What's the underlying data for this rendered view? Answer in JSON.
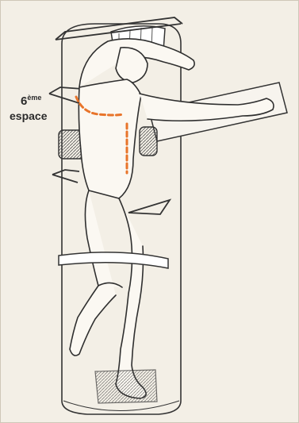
{
  "annotation": {
    "number": "6",
    "superscript": "ème",
    "word": "espace"
  },
  "colors": {
    "paper": "#f3efe6",
    "ink": "#333333",
    "dashed_incision": "#e8742a"
  },
  "icons": [
    "patient-figure",
    "positioning-cylinder",
    "arm-rest-board",
    "support-bars",
    "restraint-strap",
    "foot-block"
  ]
}
